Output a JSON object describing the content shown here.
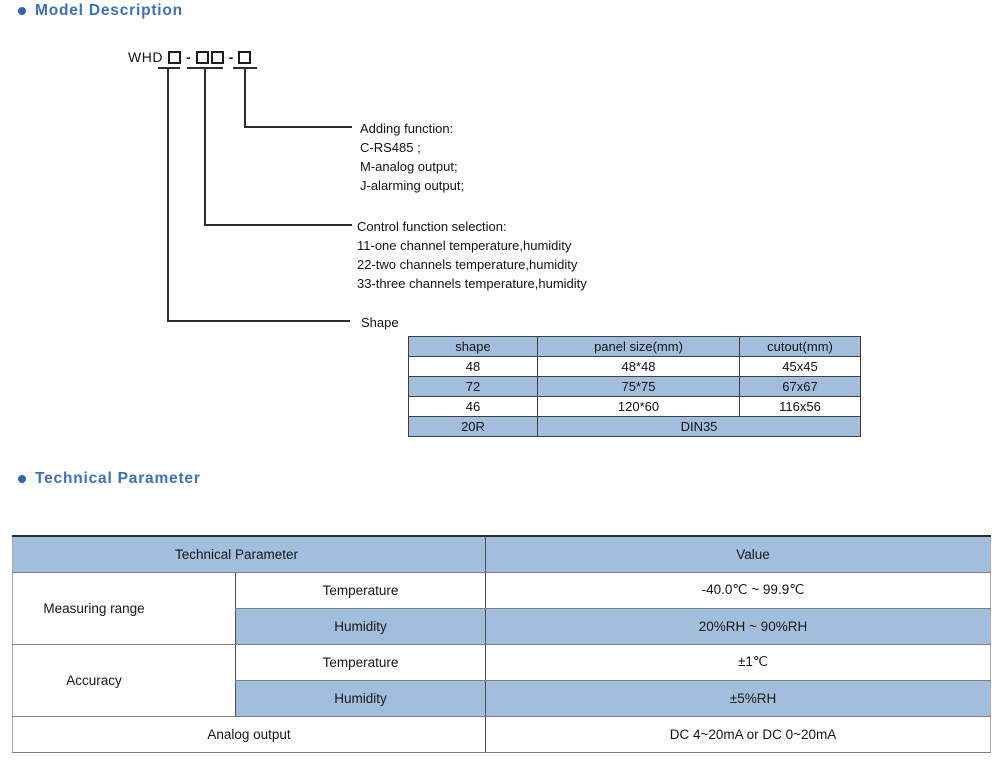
{
  "headings": {
    "model_description": "Model Description",
    "technical_parameter": "Technical Parameter"
  },
  "colors": {
    "accent_blue": "#3f6fb5",
    "table_fill_blue": "#a3bedc"
  },
  "model": {
    "prefix": "WHD",
    "dash": "-",
    "adding_function": {
      "title": "Adding function:",
      "line1": "C-RS485 ;",
      "line2": "M-analog output;",
      "line3": "J-alarming output;"
    },
    "control_function": {
      "title": "Control function selection:",
      "option1": "11-one channel temperature,humidity",
      "option2": "22-two channels temperature,humidity",
      "option3": "33-three channels temperature,humidity"
    },
    "shape_label": "Shape",
    "shape_table": {
      "headers": [
        "shape",
        "panel size(mm)",
        "cutout(mm)"
      ],
      "rows": [
        [
          "48",
          "48*48",
          "45x45"
        ],
        [
          "72",
          "75*75",
          "67x67"
        ],
        [
          "46",
          "120*60",
          "116x56"
        ]
      ],
      "din_row": {
        "shape": "20R",
        "value": "DIN35"
      }
    }
  },
  "technical": {
    "header": {
      "param": "Technical Parameter",
      "value": "Value"
    },
    "measuring_range": {
      "label": "Measuring range",
      "temperature_label": "Temperature",
      "temperature_value": "-40.0℃ ~ 99.9℃",
      "humidity_label": "Humidity",
      "humidity_value": "20%RH ~ 90%RH"
    },
    "accuracy": {
      "label": "Accuracy",
      "temperature_label": "Temperature",
      "temperature_value": "±1℃",
      "humidity_label": "Humidity",
      "humidity_value": "±5%RH"
    },
    "analog_output": {
      "label": "Analog output",
      "value": "DC 4~20mA or DC 0~20mA"
    }
  }
}
